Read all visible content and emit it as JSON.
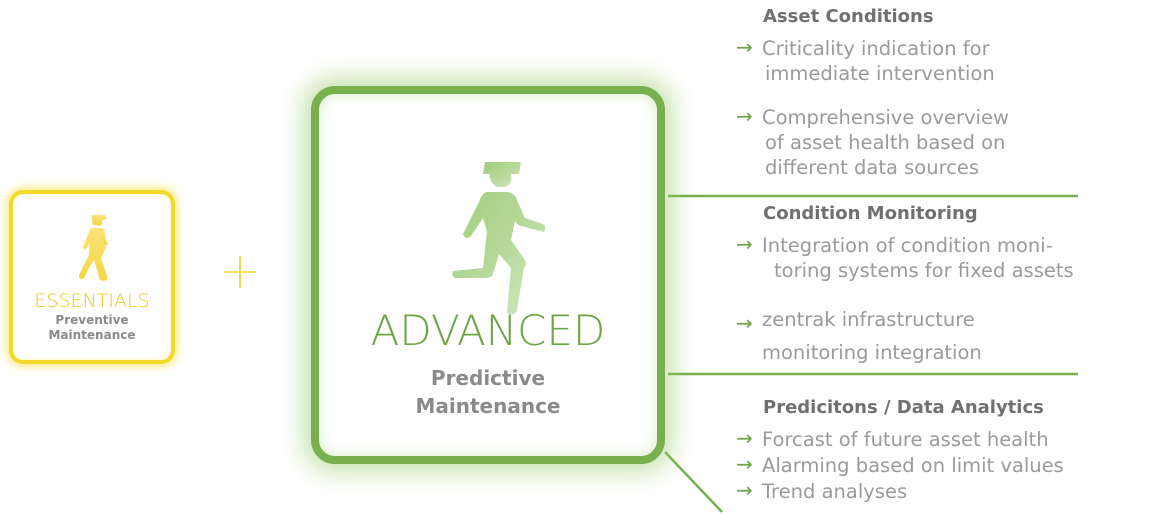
{
  "essentials": {
    "title": "ESSENTIALS",
    "subtitle_line1": "Preventive",
    "subtitle_line2": "Maintenance"
  },
  "plus_symbol": "+",
  "advanced": {
    "title": "ADVANCED",
    "subtitle_line1": "Predictive",
    "subtitle_line2": "Maintenance"
  },
  "arrow_glyph": "→",
  "groups": [
    {
      "heading": "Asset Conditions",
      "items": [
        {
          "lines": [
            "Criticality indication for",
            "immediate intervention"
          ]
        },
        {
          "lines": [
            "Comprehensive overview",
            "of asset health based on",
            "different data sources"
          ]
        }
      ]
    },
    {
      "heading": "Condition Monitoring",
      "items": [
        {
          "lines": [
            "Integration of condition moni-",
            "toring systems for fixed assets"
          ]
        },
        {
          "lines": [
            "zentrak infrastructure",
            "monitoring integration"
          ]
        }
      ]
    },
    {
      "heading": "Predicitons / Data Analytics",
      "items": [
        {
          "lines": [
            "Forcast of future asset health"
          ]
        },
        {
          "lines": [
            "Alarming based on limit values"
          ]
        },
        {
          "lines": [
            "Trend analyses"
          ]
        }
      ]
    }
  ],
  "colors": {
    "essentials_accent": "#f4d82c",
    "advanced_accent": "#77b04c",
    "advanced_text": "#6da542",
    "text_grey": "#9a9a9a",
    "heading_grey": "#707070"
  }
}
